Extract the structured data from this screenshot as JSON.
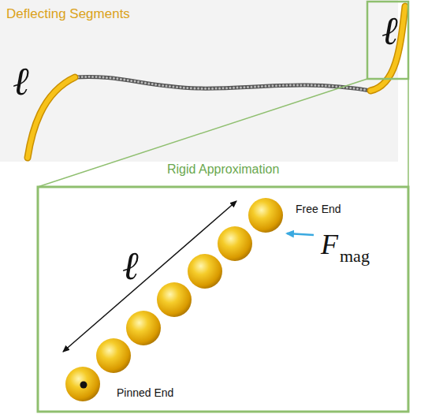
{
  "diagram": {
    "labels": [
      "Deflecting Segments",
      "ℓ",
      "ℓ",
      "Rigid Approximation",
      "ℓ",
      "Free End",
      "F",
      "mag",
      "Pinned End"
    ]
  }
}
